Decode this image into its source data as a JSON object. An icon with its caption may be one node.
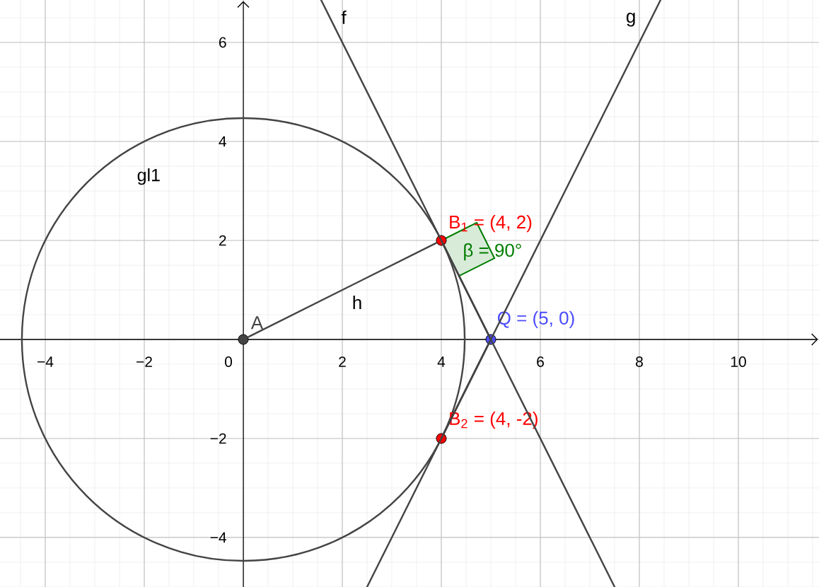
{
  "diagram": {
    "nodes": [
      {
        "text": [],
        "shape": "circle",
        "beside": [
          "A"
        ]
      },
      {
        "text": [],
        "shape": "circle",
        "beside": [
          "B$_{1}$ = (4, 2)"
        ]
      },
      {
        "text": [],
        "shape": "circle",
        "beside": [
          "B$_{2}$ = (4, -2)"
        ]
      },
      {
        "text": [],
        "shape": "circle",
        "beside": [
          "Q = (5, 0)"
        ]
      }
    ],
    "edges": [
      {
        "from": 0,
        "to": 1,
        "arrow": "none",
        "label": "h"
      },
      {
        "from": 1,
        "to": 3,
        "arrow": "none"
      },
      {
        "from": 2,
        "to": 3,
        "arrow": "none"
      }
    ],
    "labels": [
      "gl1",
      "f",
      "g",
      "β = 90°",
      "6",
      "4",
      "2",
      "−4",
      "−2",
      "0",
      "2",
      "4",
      "6",
      "8",
      "10",
      "−2",
      "−4"
    ]
  }
}
